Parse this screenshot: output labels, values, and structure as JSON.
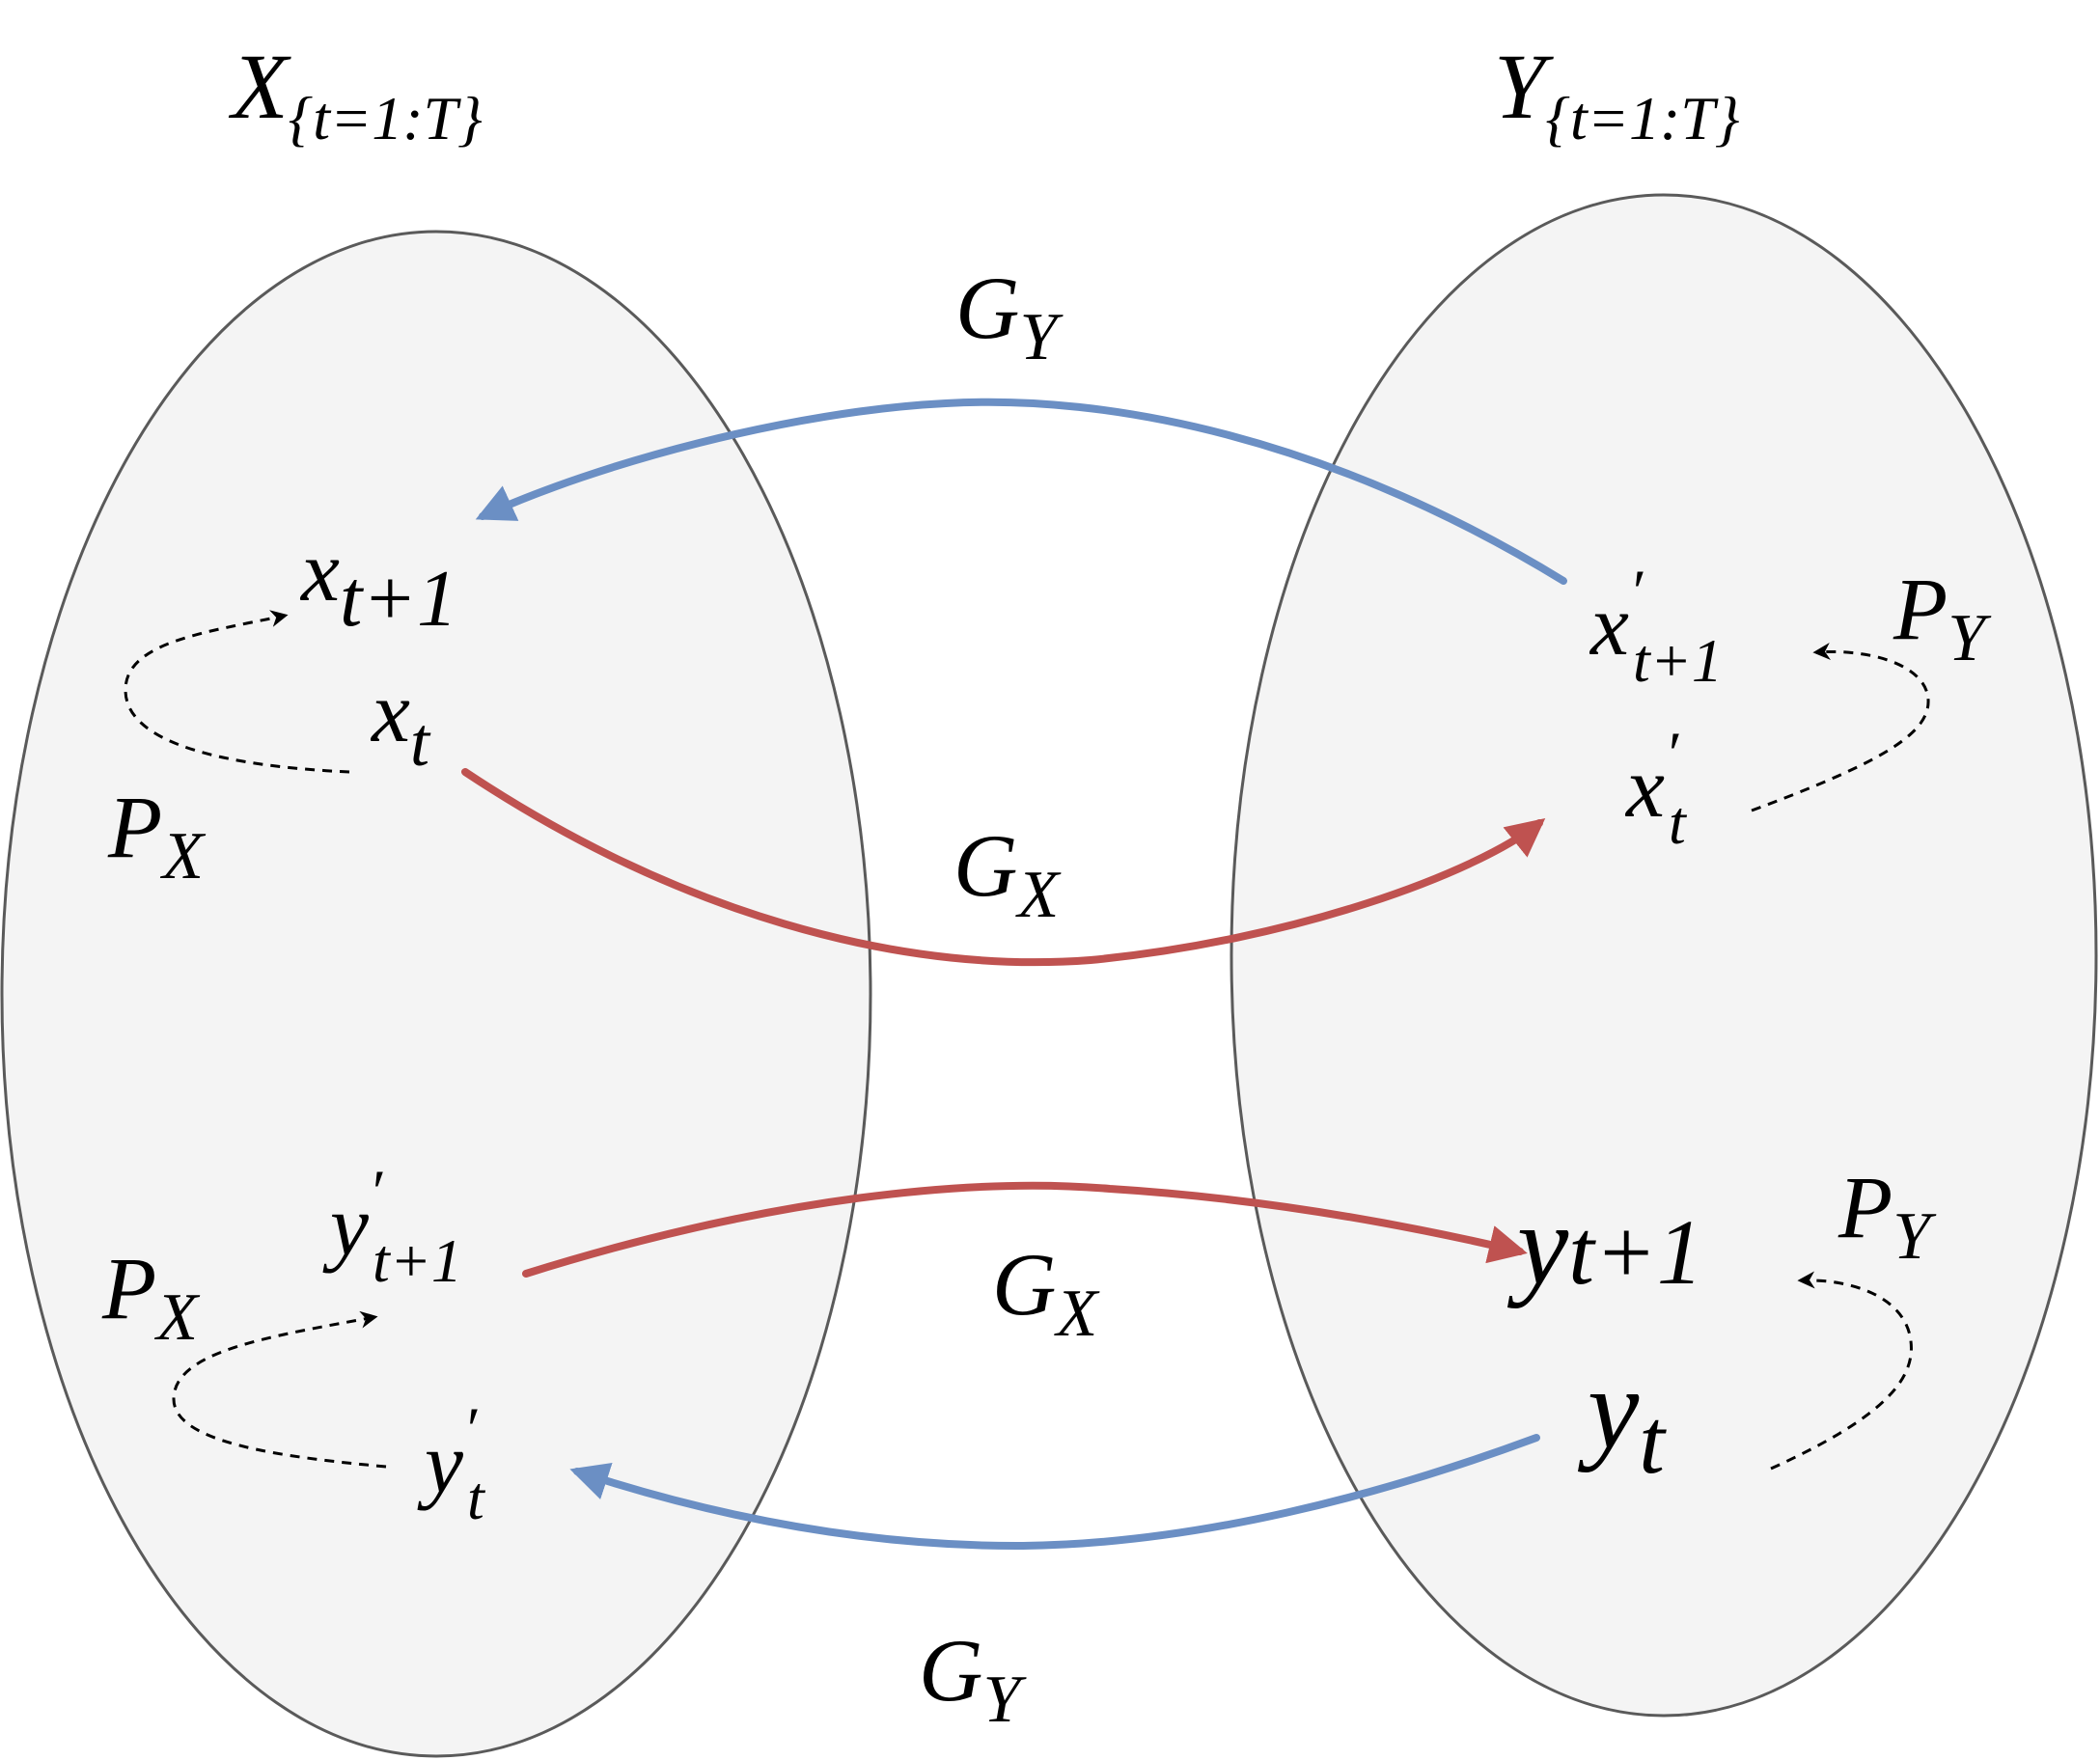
{
  "colors": {
    "domain_fill": "#f4f4f4",
    "domain_stroke": "#5a5a5a",
    "mapping_g_x": "#bf5250",
    "mapping_g_y": "#6b8fc4",
    "predictor": "#000000",
    "text": "#000000"
  },
  "domains": {
    "x": {
      "label": "X",
      "subscript": "{t=1:T}"
    },
    "y": {
      "label": "Y",
      "subscript": "{t=1:T}"
    }
  },
  "nodes": {
    "x_t1": {
      "base": "x",
      "prime": "",
      "sub": "t+1"
    },
    "x_t": {
      "base": "x",
      "prime": "",
      "sub": "t"
    },
    "xp_t1": {
      "base": "x",
      "prime": "′",
      "sub": "t+1"
    },
    "xp_t": {
      "base": "x",
      "prime": "′",
      "sub": "t"
    },
    "yp_t1": {
      "base": "y",
      "prime": "′",
      "sub": "t+1"
    },
    "yp_t": {
      "base": "y",
      "prime": "′",
      "sub": "t"
    },
    "y_t1": {
      "base": "y",
      "prime": "",
      "sub": "t+1"
    },
    "y_t": {
      "base": "y",
      "prime": "",
      "sub": "t"
    }
  },
  "mappings": {
    "g_y_top": {
      "base": "G",
      "sub": "Y"
    },
    "g_x_top": {
      "base": "G",
      "sub": "X"
    },
    "g_x_bottom": {
      "base": "G",
      "sub": "X"
    },
    "g_y_bottom": {
      "base": "G",
      "sub": "Y"
    }
  },
  "predictors": {
    "p_x_top": {
      "base": "P",
      "sub": "X"
    },
    "p_y_top": {
      "base": "P",
      "sub": "Y"
    },
    "p_x_bottom": {
      "base": "P",
      "sub": "X"
    },
    "p_y_bottom": {
      "base": "P",
      "sub": "Y"
    }
  }
}
